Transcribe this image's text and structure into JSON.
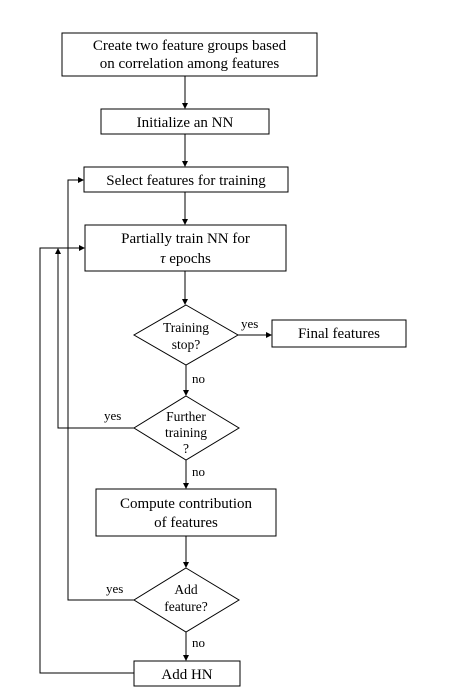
{
  "nodes": {
    "create_groups": {
      "line1": "Create two feature groups based",
      "line2": "on correlation among features"
    },
    "init_nn": {
      "text": "Initialize an NN"
    },
    "select_features": {
      "text": "Select features for training"
    },
    "partial_train": {
      "line1": "Partially train NN for",
      "tau": "τ",
      "line2_rest": " epochs"
    },
    "training_stop": {
      "line1": "Training",
      "line2": "stop?"
    },
    "final_features": {
      "text": "Final features"
    },
    "further_training": {
      "line1": "Further",
      "line2": "training",
      "line3": "?"
    },
    "compute_contribution": {
      "line1": "Compute contribution",
      "line2": "of features"
    },
    "add_feature": {
      "line1": "Add",
      "line2": "feature?"
    },
    "add_hn": {
      "text": "Add HN"
    }
  },
  "edge_labels": {
    "stop_yes": "yes",
    "stop_no": "no",
    "further_yes": "yes",
    "further_no": "no",
    "add_feature_yes": "yes",
    "add_feature_no": "no"
  }
}
